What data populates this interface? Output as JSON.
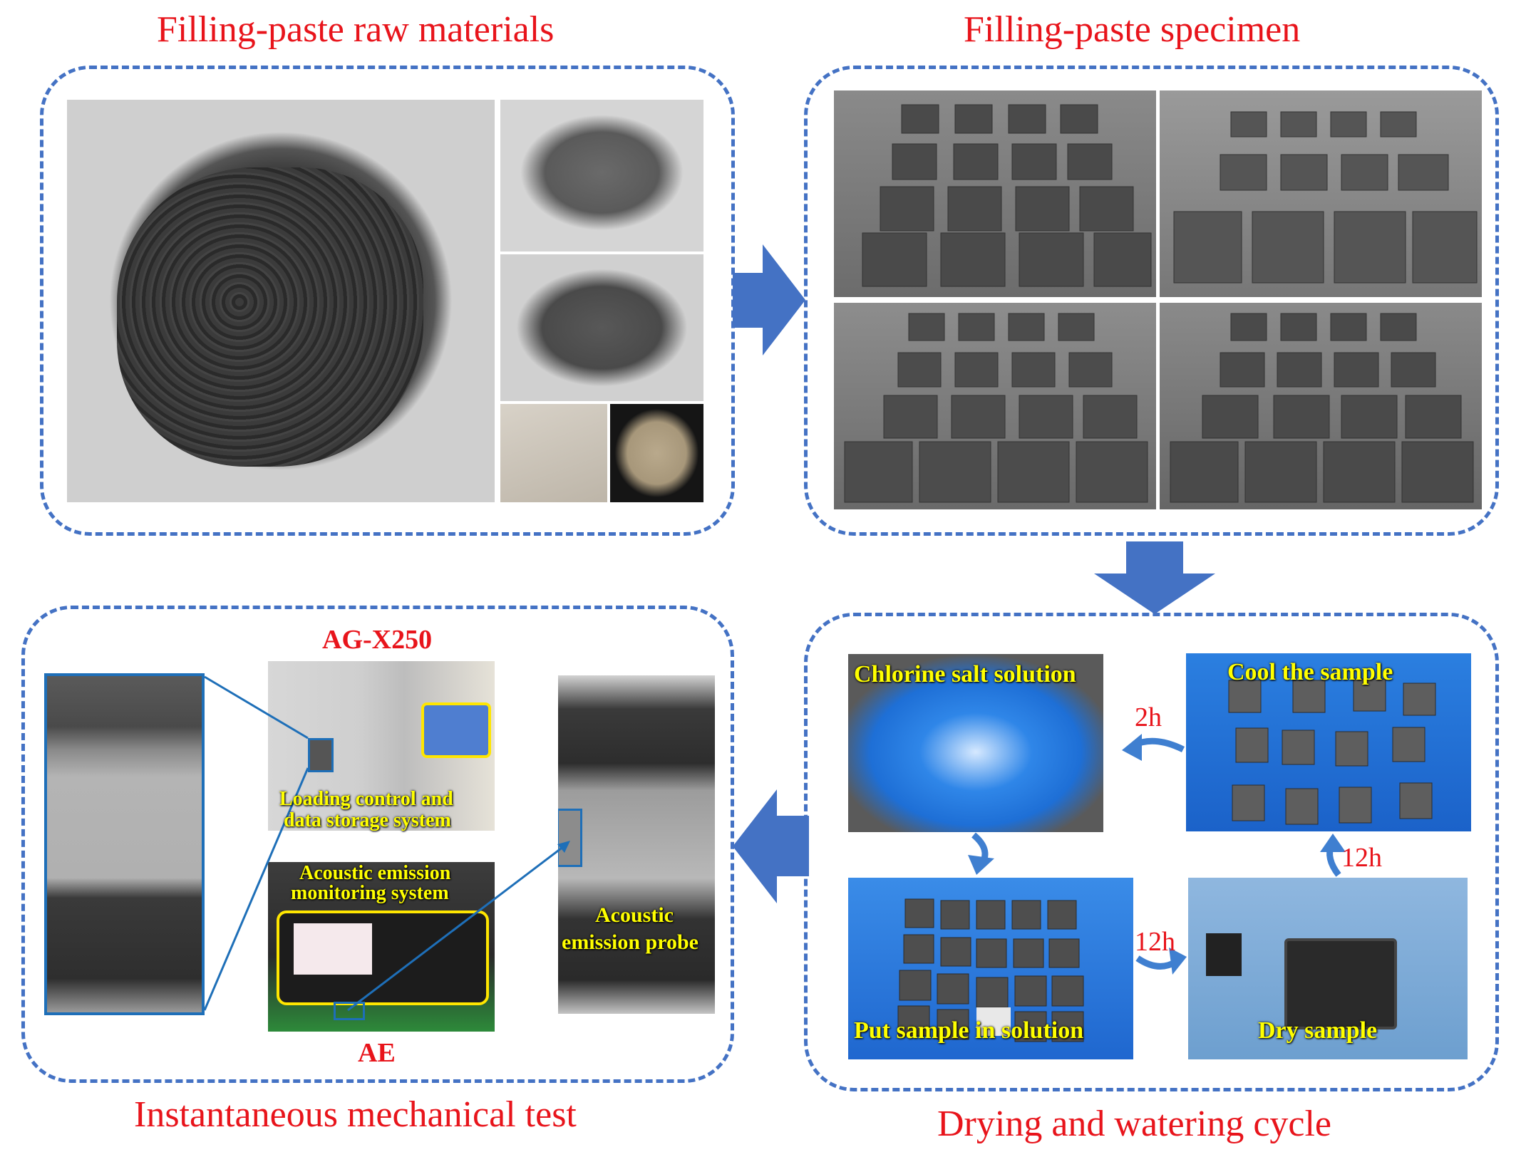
{
  "panels": {
    "raw": {
      "title": "Filling-paste raw materials"
    },
    "specimen": {
      "title": "Filling-paste specimen"
    },
    "mechanical": {
      "title": "Instantaneous mechanical test",
      "machine_label": "AG-X250",
      "control_label_line1": "Loading control and",
      "control_label_line2": "data storage system",
      "ae_system_line1": "Acoustic emission",
      "ae_system_line2": "monitoring system",
      "ae_label": "AE",
      "probe_line1": "Acoustic",
      "probe_line2": "emission probe"
    },
    "cycle": {
      "title": "Drying and watering cycle",
      "chlorine_label": "Chlorine salt solution",
      "cool_label": "Cool the sample",
      "put_label": "Put sample in solution",
      "dry_label": "Dry sample",
      "time_2h": "2h",
      "time_12h_a": "12h",
      "time_12h_b": "12h"
    }
  },
  "colors": {
    "title_red": "#e8141b",
    "dash_blue": "#4472c4",
    "label_yellow": "#ffff00",
    "bin_blue": "#1e6fd6"
  }
}
